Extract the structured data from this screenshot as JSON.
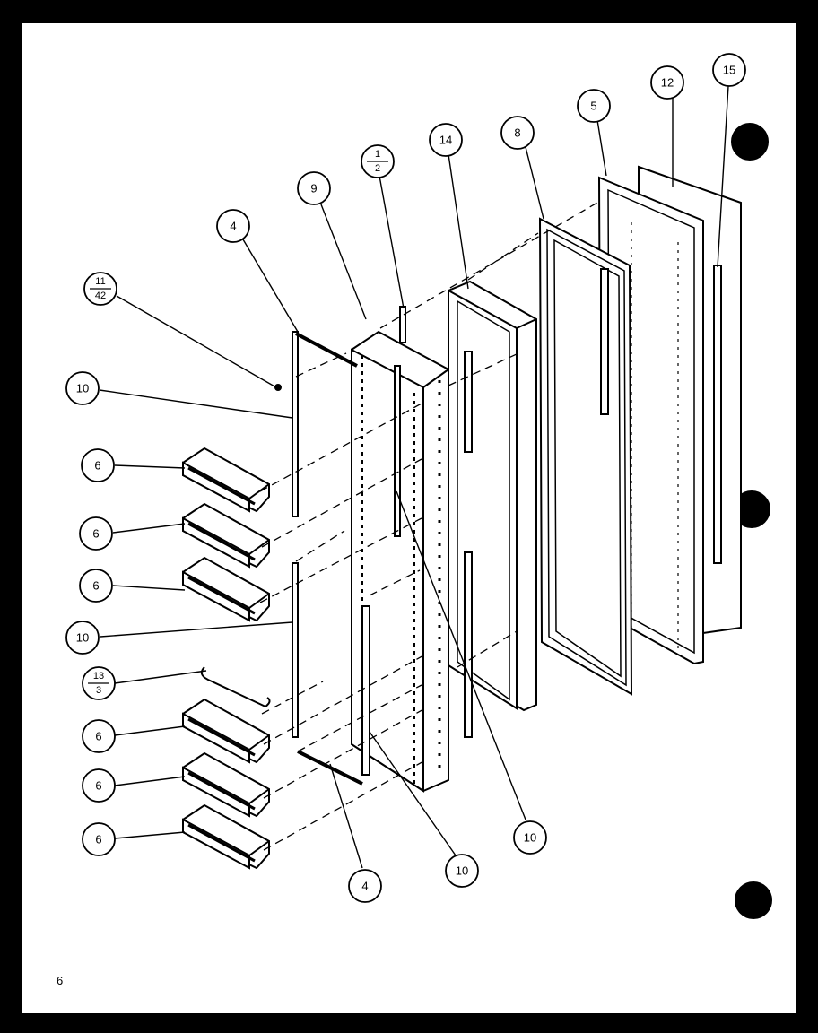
{
  "page_number": "6",
  "callouts": {
    "c4_top": "4",
    "c9": "9",
    "c1_2_top": "1",
    "c1_2_bot": "2",
    "c14": "14",
    "c8": "8",
    "c5": "5",
    "c12": "12",
    "c15": "15",
    "c11_42_top": "11",
    "c11_42_bot": "42",
    "c10_a": "10",
    "c6_a": "6",
    "c6_b": "6",
    "c6_c": "6",
    "c10_b": "10",
    "c13_3_top": "13",
    "c13_3_bot": "3",
    "c6_d": "6",
    "c6_e": "6",
    "c6_f": "6",
    "c4_bot": "4",
    "c10_c": "10",
    "c10_d": "10"
  }
}
